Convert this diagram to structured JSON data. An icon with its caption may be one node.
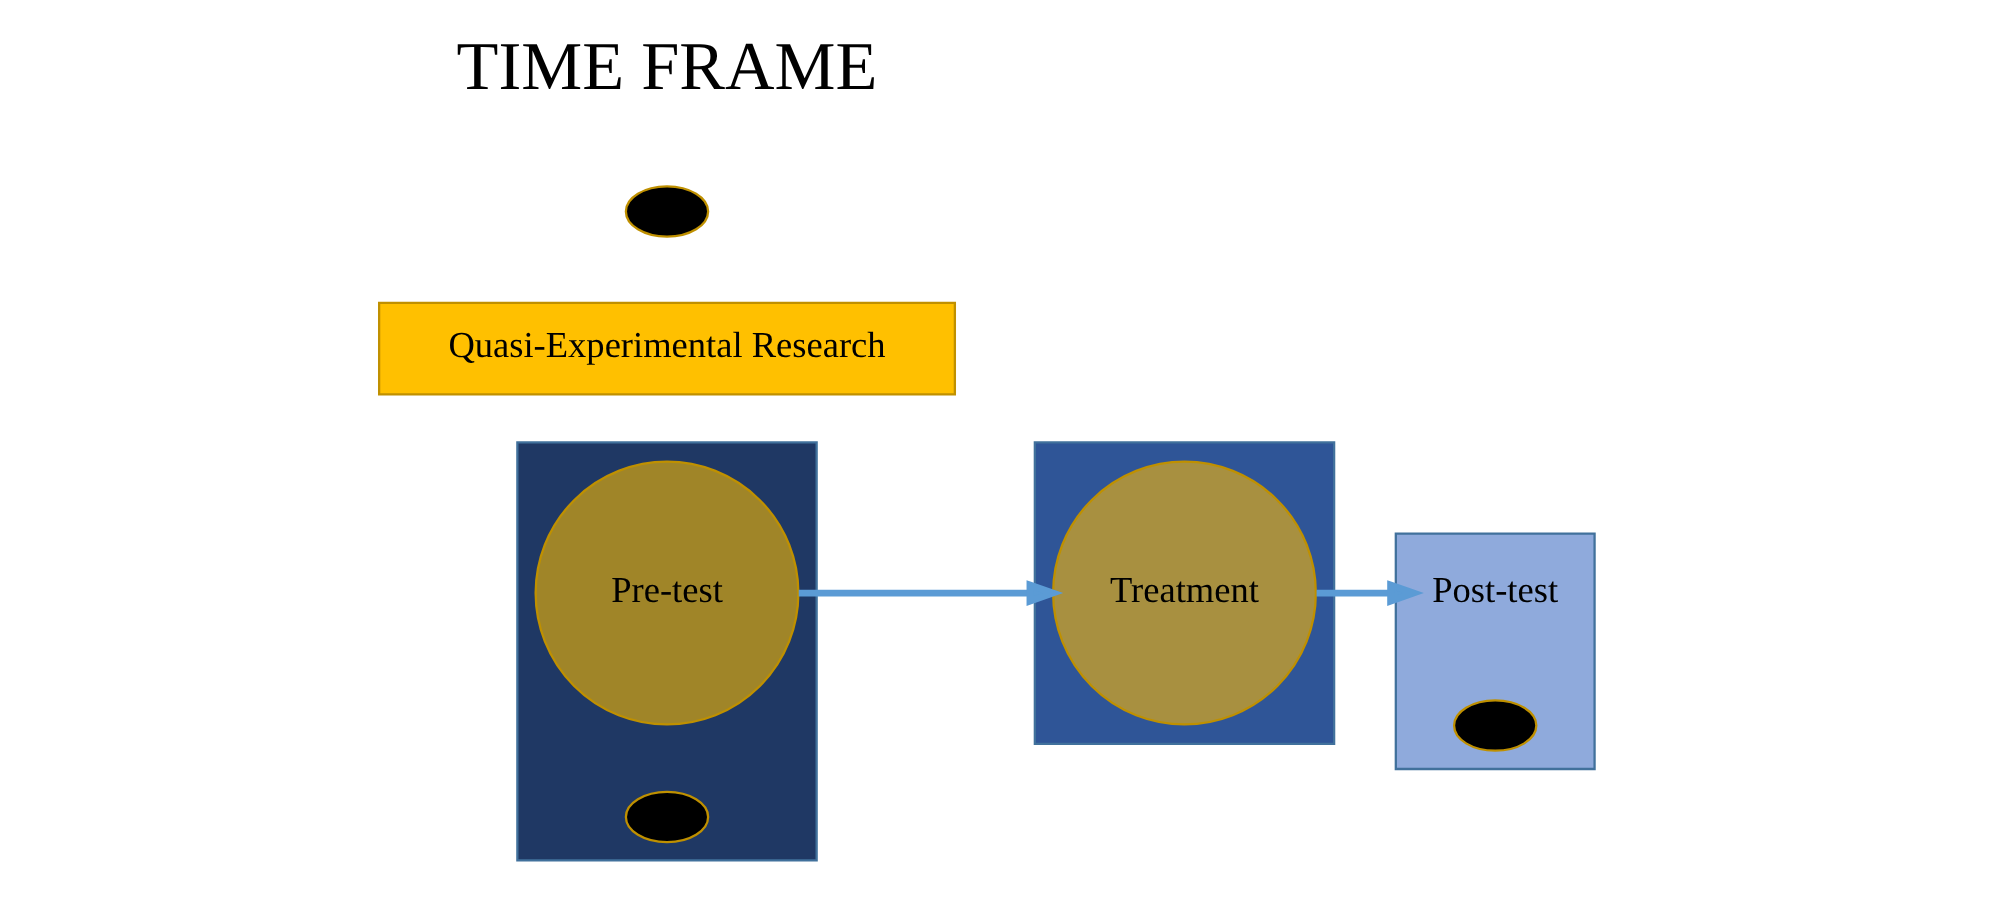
{
  "diagram": {
    "nodes": [
      {
        "text": [],
        "shape": "box"
      },
      {
        "text": [],
        "shape": "box"
      },
      {
        "text": [],
        "shape": "box"
      },
      {
        "text": [
          "Quasi-Experimental Research"
        ]
      },
      {
        "text": [
          "Pre-test"
        ],
        "in": 0
      },
      {
        "text": [
          "Treatment"
        ],
        "in": 1
      },
      {
        "text": [
          "Post-test"
        ],
        "in": 2
      },
      {
        "text": [],
        "shape": "oval",
        "in": 0
      },
      {
        "text": [],
        "shape": "oval"
      },
      {
        "text": [],
        "shape": "oval",
        "in": 2
      }
    ],
    "edges": [
      {
        "from": 4,
        "to": 5,
        "arrow": "to"
      },
      {
        "from": 5,
        "to": 6,
        "arrow": "to"
      }
    ],
    "labels": [
      "TIME FRAME"
    ]
  }
}
